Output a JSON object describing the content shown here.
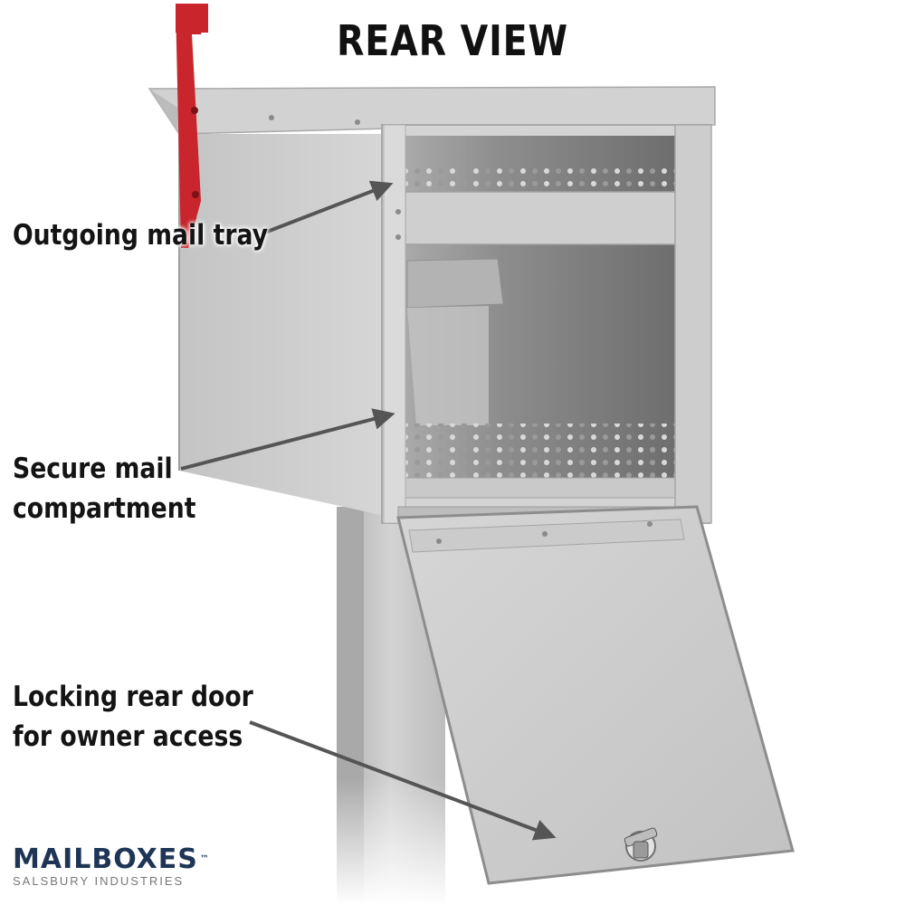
{
  "title": "REAR VIEW",
  "callouts": {
    "tray": [
      "Outgoing mail tray"
    ],
    "compartment": [
      "Secure mail",
      "compartment"
    ],
    "door": [
      "Locking rear door",
      "for owner access"
    ]
  },
  "logo": {
    "brand": "MAILBOXES",
    "trademark": "™",
    "subtitle": "SALSBURY INDUSTRIES"
  },
  "colors": {
    "flag": "#c8252c",
    "metal": "#c9c9c9",
    "arrow": "#555555",
    "brand": "#1e3556"
  }
}
